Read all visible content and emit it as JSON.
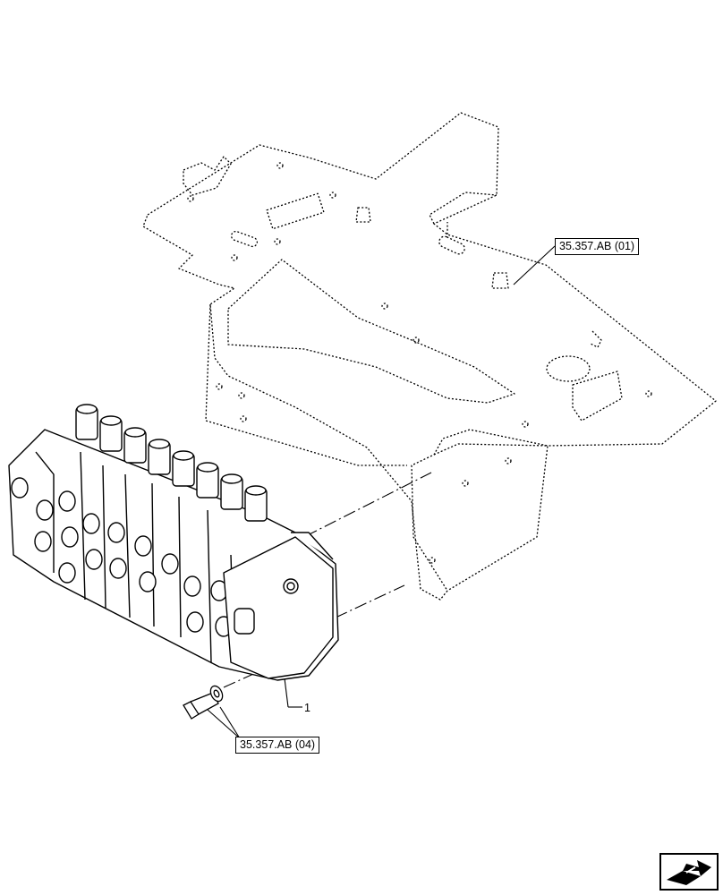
{
  "callouts": {
    "top_reference": "35.357.AB (01)",
    "bottom_reference": "35.357.AB (04)"
  },
  "item_number": "1",
  "icons": {
    "navigation": "next-page-arrow-icon"
  },
  "colors": {
    "line": "#000000",
    "background": "#ffffff"
  }
}
